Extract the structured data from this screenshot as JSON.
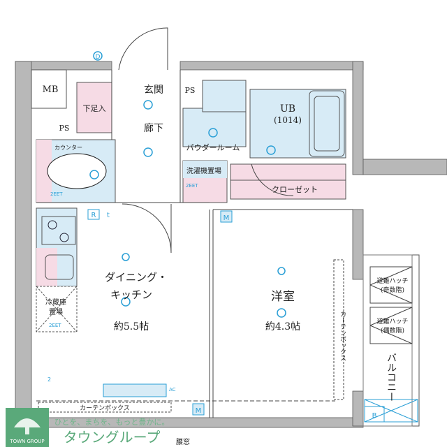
{
  "colors": {
    "wall": "#b8b8b8",
    "wet_area": "#d7ebf6",
    "storage": "#f6dbe5",
    "fixture_blue": "#2a9fd6",
    "logo_green": "#5aa97a"
  },
  "rooms": {
    "mb": "MB",
    "ps_top": "PS",
    "ps_left": "PS",
    "entrance": "玄関",
    "hallway": "廊下",
    "shoe_closet": "下足入",
    "unit_bath": "UB",
    "unit_bath_size": "(1014)",
    "powder_room": "パウダールーム",
    "laundry": "洗濯機置場",
    "closet": "クローゼット",
    "counter": "カウンター",
    "dk_line1": "ダイニング・",
    "dk_line2": "キッチン",
    "dk_size": "約5.5帖",
    "western_room": "洋室",
    "western_size": "約4.3帖",
    "fridge_line1": "冷蔵庫",
    "fridge_line2": "置場",
    "curtain_box_right": "カーテンボックス",
    "curtain_box_bottom": "カーテンボックス",
    "hatch_odd_1": "避難ハッチ",
    "hatch_odd_2": "(奇数階)",
    "hatch_even_1": "避難ハッチ",
    "hatch_even_2": "(偶数階)",
    "balcony": "バルコニー",
    "waist_window": "腰窓"
  },
  "symbols": {
    "doorbell": "D",
    "remote": "R",
    "phone": "t",
    "meter_dk": "M",
    "meter_room": "M",
    "breaker": "B",
    "ac": "AC",
    "outlet_2eet_1": "2EET",
    "outlet_2eet_2": "2EET",
    "outlet_2eet_3": "2EET",
    "outlet_2": "2"
  },
  "watermark": {
    "brand_en": "TOWN GROUP",
    "brand_jp": "タウングループ",
    "slogan": "ひとを、まちを、もっと豊かに。"
  }
}
